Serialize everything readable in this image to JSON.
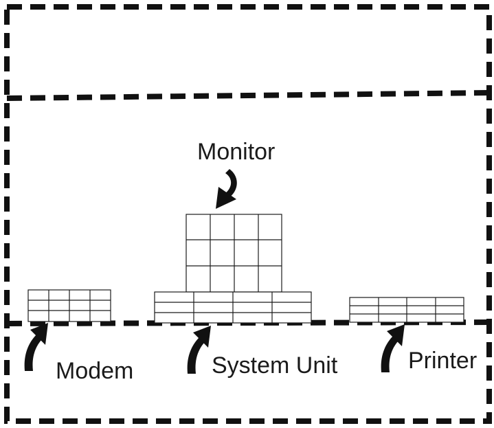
{
  "labels": {
    "monitor": "Monitor",
    "modem": "Modem",
    "system_unit": "System Unit",
    "printer": "Printer"
  },
  "colors": {
    "ink": "#111111",
    "background": "#ffffff"
  }
}
